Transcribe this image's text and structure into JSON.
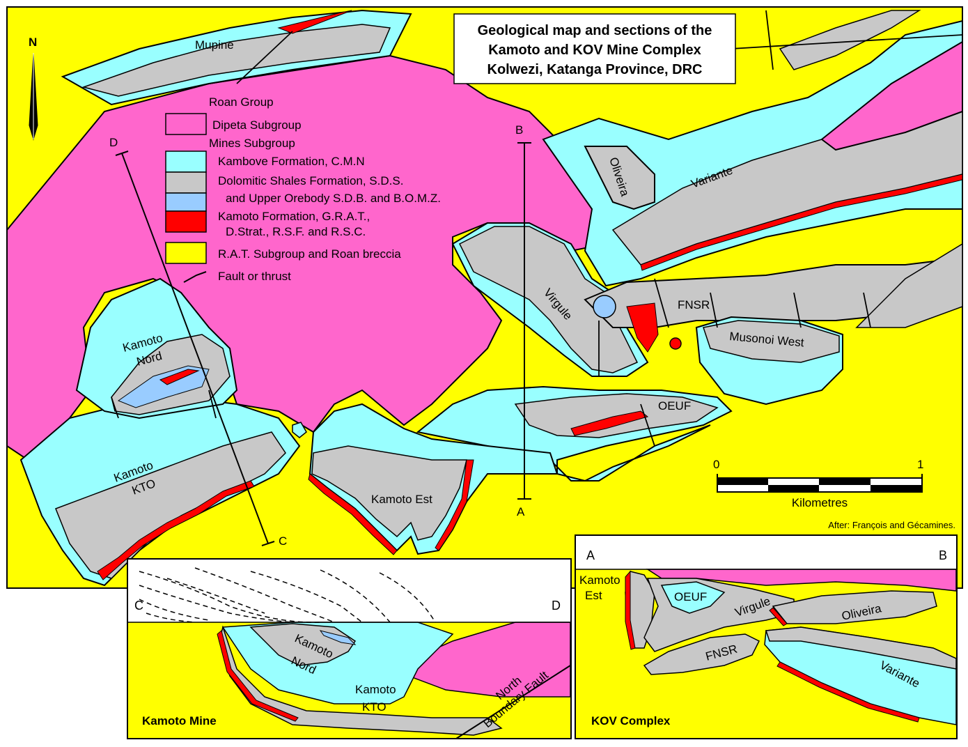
{
  "title": {
    "line1": "Geological map and sections of the",
    "line2": "Kamoto and KOV Mine Complex",
    "line3": "Kolwezi, Katanga Province, DRC"
  },
  "north_label": "N",
  "legend": {
    "group_heading": "Roan Group",
    "dipeta": "Dipeta Subgroup",
    "mines_heading": "Mines Subgroup",
    "kambove": "Kambove Formation, C.M.N",
    "dolomitic_1": "Dolomitic Shales Formation, S.D.S.",
    "dolomitic_2": "and Upper Orebody S.D.B. and B.O.M.Z.",
    "kamoto_1": "Kamoto Formation, G.R.A.T.,",
    "kamoto_2": "D.Strat., R.S.F. and R.S.C.",
    "rat": "R.A.T. Subgroup and Roan breccia",
    "fault": "Fault or thrust"
  },
  "colors": {
    "dipeta": "#ff66cc",
    "kambove": "#99ffff",
    "dolomitic": "#c8c8c8",
    "upper_orebody": "#99ccff",
    "kamoto": "#ff0000",
    "rat": "#ffff00"
  },
  "map_labels": {
    "mupine": "Mupine",
    "oliveira": "Oliveira",
    "variante": "Variante",
    "virgule": "Virgule",
    "fnsr": "FNSR",
    "musonoi_west": "Musonoi West",
    "oeuf": "OEUF",
    "kamoto_nord_1": "Kamoto",
    "kamoto_nord_2": "Nord",
    "kamoto_kto_1": "Kamoto",
    "kamoto_kto_2": "KTO",
    "kamoto_est": "Kamoto Est"
  },
  "section_labels": {
    "a": "A",
    "b": "B",
    "c": "C",
    "d": "D"
  },
  "scale": {
    "start": "0",
    "end": "1",
    "unit": "Kilometres"
  },
  "credit": "After: François and Gécamines.",
  "kamoto_section": {
    "title": "Kamoto Mine",
    "left": "C",
    "right": "D",
    "nord_1": "Kamoto",
    "nord_2": "Nord",
    "kto_1": "Kamoto",
    "kto_2": "KTO",
    "fault_1": "North",
    "fault_2": "Boundary Fault"
  },
  "kov_section": {
    "title": "KOV Complex",
    "left": "A",
    "right": "B",
    "est_1": "Kamoto",
    "est_2": "Est",
    "oeuf": "OEUF",
    "virgule": "Virgule",
    "oliveira": "Oliveira",
    "fnsr": "FNSR",
    "variante": "Variante"
  }
}
